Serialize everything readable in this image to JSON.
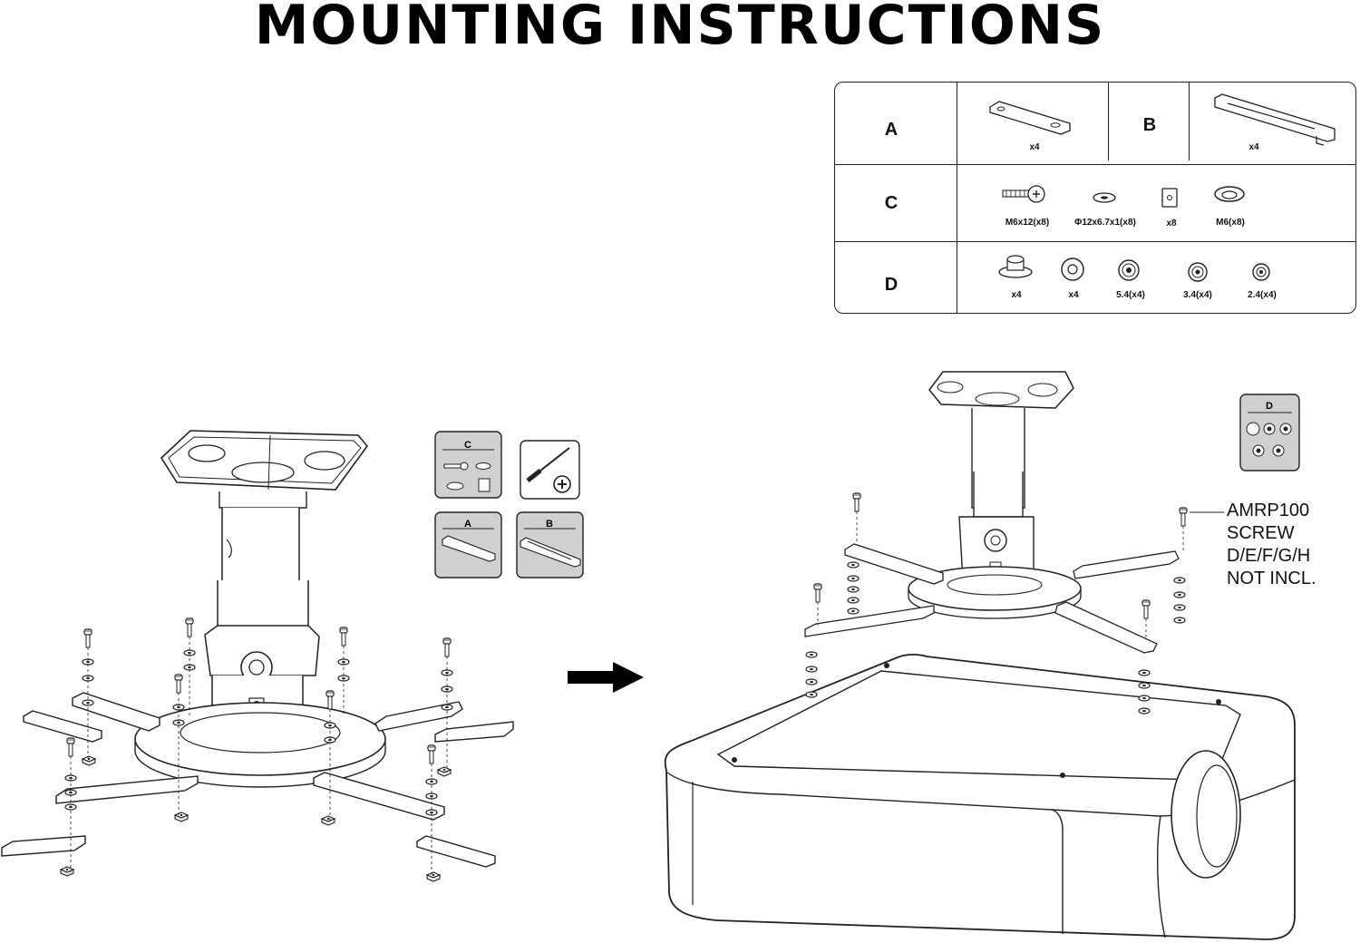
{
  "title": "MOUNTING INSTRUCTIONS",
  "parts": {
    "row_a": {
      "key": "A",
      "qty": "x4"
    },
    "row_b": {
      "key": "B",
      "qty": "x4"
    },
    "row_c": {
      "key": "C",
      "items": [
        "M6x12(x8)",
        "Φ12x6.7x1(x8)",
        "x8",
        "M6(x8)"
      ]
    },
    "row_d": {
      "key": "D",
      "items": [
        "x4",
        "x4",
        "5.4(x4)",
        "3.4(x4)",
        "2.4(x4)"
      ]
    }
  },
  "step1_badges": {
    "c": "C",
    "a": "A",
    "b": "B"
  },
  "step2_badge": "D",
  "note": [
    "AMRP100",
    "SCREW",
    "D/E/F/G/H",
    "NOT INCL."
  ]
}
